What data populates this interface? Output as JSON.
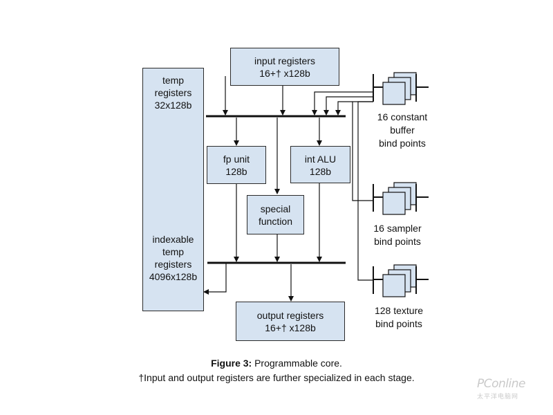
{
  "boxes": {
    "input": [
      "input registers",
      "16+† x128b"
    ],
    "temp_top": [
      "temp",
      "registers",
      "32x128b"
    ],
    "temp_bottom": [
      "indexable",
      "temp",
      "registers",
      "4096x128b"
    ],
    "fp": [
      "fp unit",
      "128b"
    ],
    "int": [
      "int ALU",
      "128b"
    ],
    "special": [
      "special",
      "function"
    ],
    "output": [
      "output registers",
      "16+† x128b"
    ]
  },
  "bind_points": {
    "constant": [
      "16 constant",
      "buffer",
      "bind points"
    ],
    "sampler": [
      "16 sampler",
      "bind points"
    ],
    "texture": [
      "128 texture",
      "bind points"
    ]
  },
  "caption": {
    "bold": "Figure 3:",
    "title": " Programmable core.",
    "footnote": "†Input and output registers are further specialized in each stage."
  },
  "watermark": {
    "brand": "PConline",
    "sub": "太平洋电脑网"
  },
  "colors": {
    "box_fill": "#d6e3f1",
    "line": "#111111"
  }
}
